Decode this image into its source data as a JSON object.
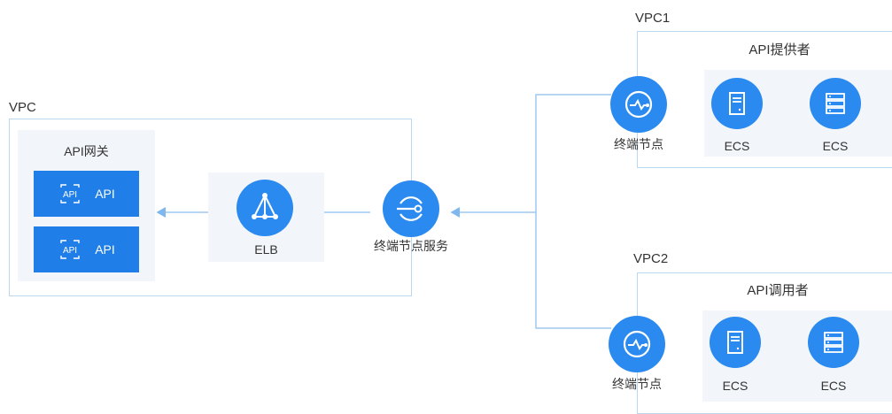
{
  "left_vpc": {
    "title": "VPC",
    "gateway": {
      "title": "API网关",
      "apis": [
        "API",
        "API"
      ],
      "icon_text": "API"
    },
    "elb": {
      "label": "ELB"
    },
    "endpoint_service": {
      "label": "终端节点服务"
    }
  },
  "vpc1": {
    "title": "VPC1",
    "endpoint": {
      "label": "终端节点"
    },
    "group": {
      "title": "API提供者",
      "servers": [
        "ECS",
        "ECS"
      ]
    }
  },
  "vpc2": {
    "title": "VPC2",
    "endpoint": {
      "label": "终端节点"
    },
    "group": {
      "title": "API调用者",
      "servers": [
        "ECS",
        "ECS"
      ]
    }
  },
  "colors": {
    "accent": "#2a8af0",
    "api_button": "#1f7ee8",
    "border": "#bcd8f0",
    "panel": "#f2f5f9",
    "connector": "#9ec9f1"
  }
}
